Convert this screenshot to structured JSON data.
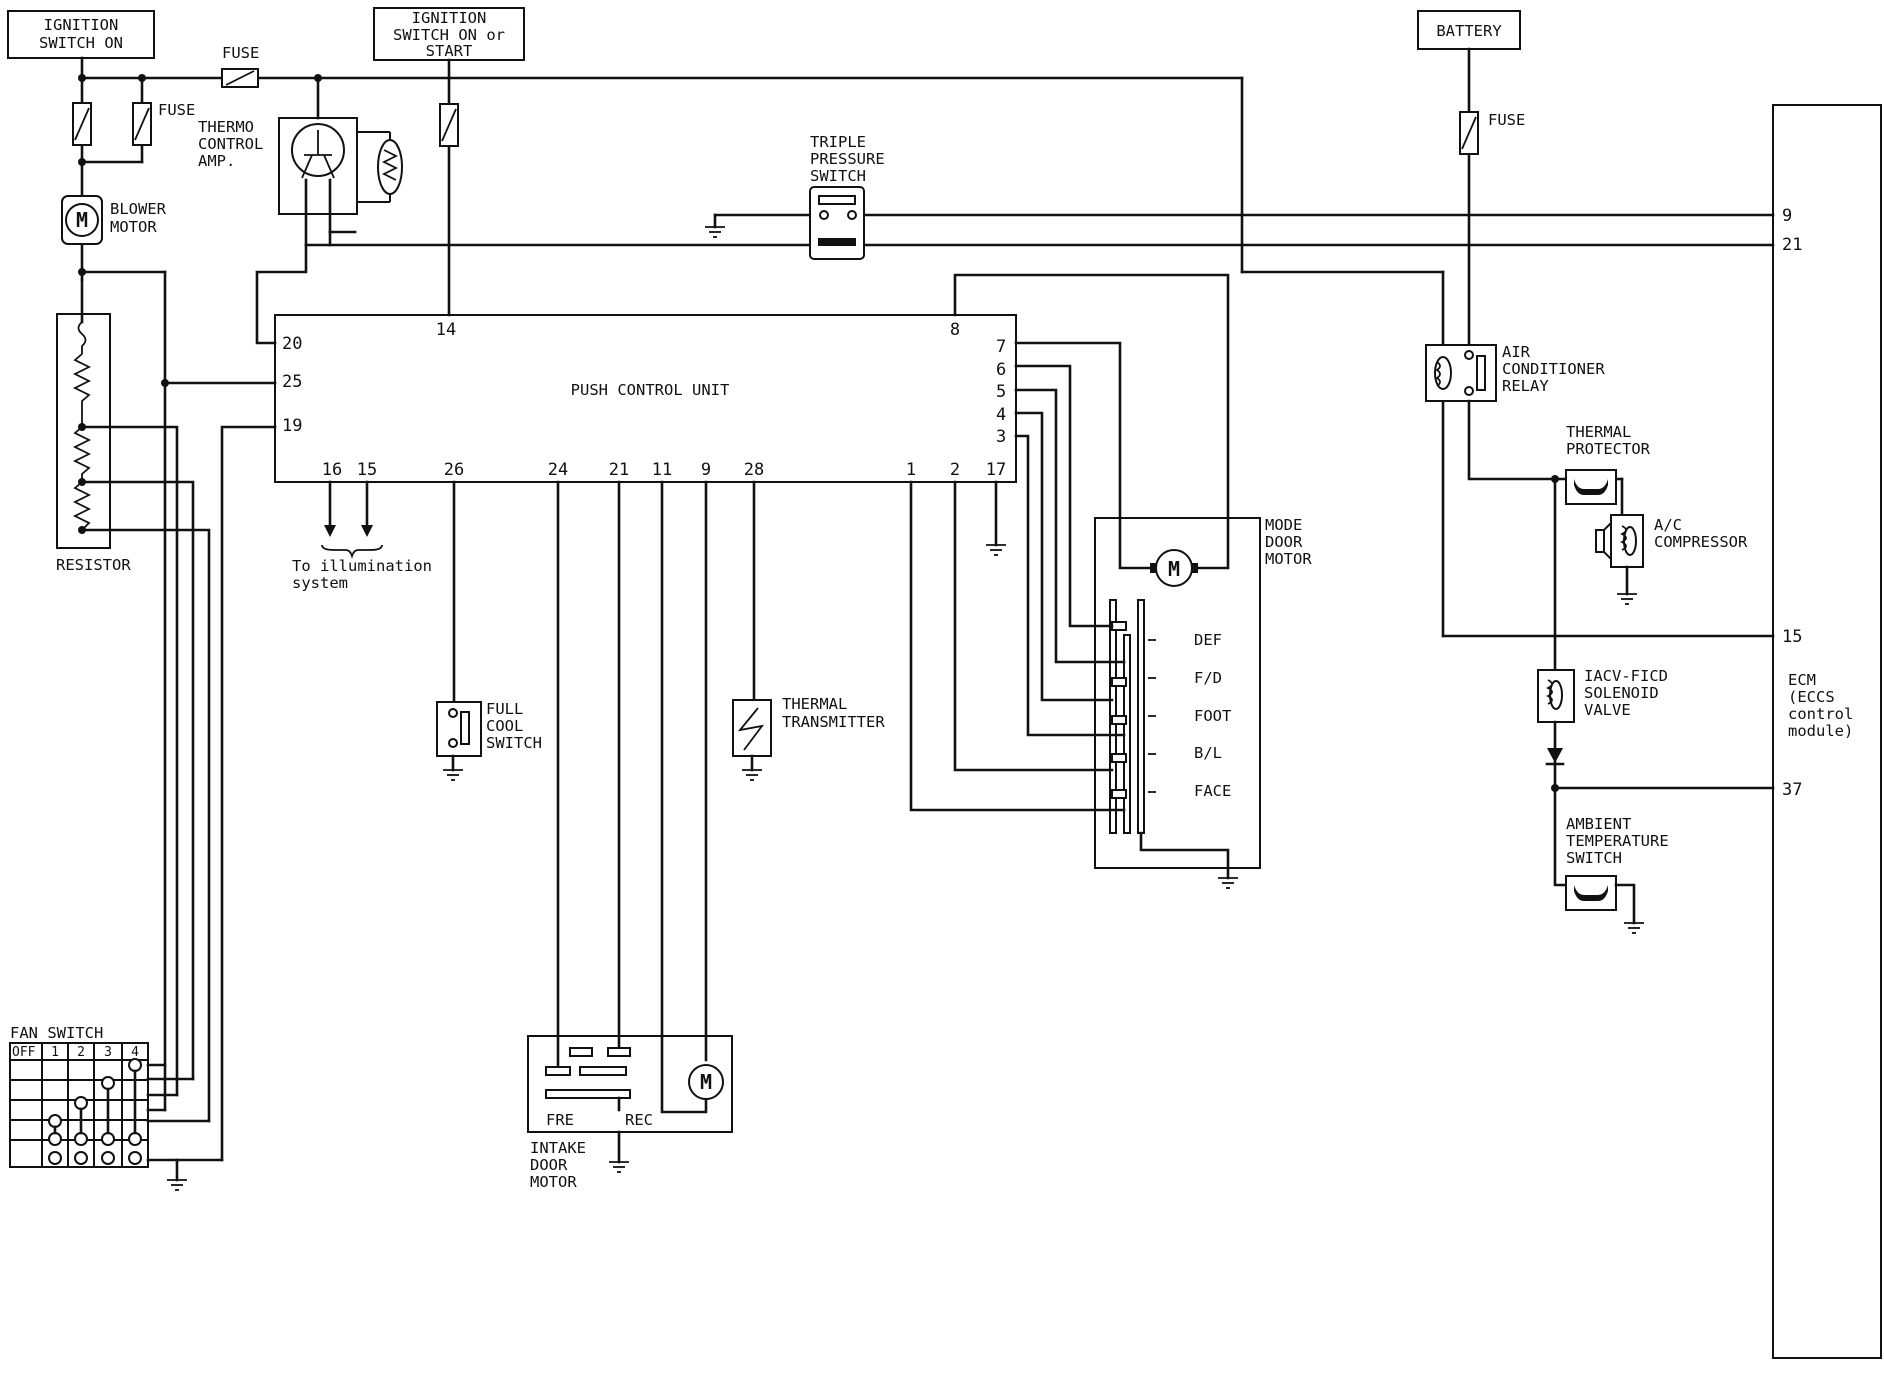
{
  "labels": {
    "ignition_on": [
      "IGNITION",
      "SWITCH ON"
    ],
    "ignition_start": [
      "IGNITION",
      "SWITCH ON or",
      "START"
    ],
    "battery": "BATTERY",
    "fuse": "FUSE",
    "thermo_amp": [
      "THERMO",
      "CONTROL",
      "AMP."
    ],
    "blower_motor": [
      "BLOWER",
      "MOTOR"
    ],
    "resistor": "RESISTOR",
    "triple_switch": [
      "TRIPLE",
      "PRESSURE",
      "SWITCH"
    ],
    "push_control_unit": "PUSH CONTROL UNIT",
    "illumination": [
      "To illumination",
      "system"
    ],
    "full_cool_switch": [
      "FULL",
      "COOL",
      "SWITCH"
    ],
    "thermal_transmitter": [
      "THERMAL",
      "TRANSMITTER"
    ],
    "mode_door_motor": [
      "MODE",
      "DOOR",
      "MOTOR"
    ],
    "mode_positions": [
      "DEF",
      "F/D",
      "FOOT",
      "B/L",
      "FACE"
    ],
    "intake_door_motor": [
      "INTAKE",
      "DOOR",
      "MOTOR"
    ],
    "intake_fre": "FRE",
    "intake_rec": "REC",
    "ac_relay": [
      "AIR",
      "CONDITIONER",
      "RELAY"
    ],
    "thermal_protector": [
      "THERMAL",
      "PROTECTOR"
    ],
    "ac_compressor": [
      "A/C",
      "COMPRESSOR"
    ],
    "iacv": [
      "IACV-FICD",
      "SOLENOID",
      "VALVE"
    ],
    "ambient_switch": [
      "AMBIENT",
      "TEMPERATURE",
      "SWITCH"
    ],
    "ecm": [
      "ECM",
      "(ECCS",
      "control",
      "module)"
    ],
    "fan_switch": "FAN SWITCH",
    "fan_positions": [
      "OFF",
      "1",
      "2",
      "3",
      "4"
    ],
    "motor_symbol": "M"
  },
  "pins": {
    "pcu_left": [
      "20",
      "25",
      "19"
    ],
    "pcu_top": [
      "14",
      "8"
    ],
    "pcu_right": [
      "7",
      "6",
      "5",
      "4",
      "3"
    ],
    "pcu_bottom": [
      "16",
      "15",
      "26",
      "24",
      "21",
      "11",
      "9",
      "28",
      "1",
      "2",
      "17"
    ],
    "ecm": [
      "9",
      "21",
      "15",
      "37"
    ]
  }
}
